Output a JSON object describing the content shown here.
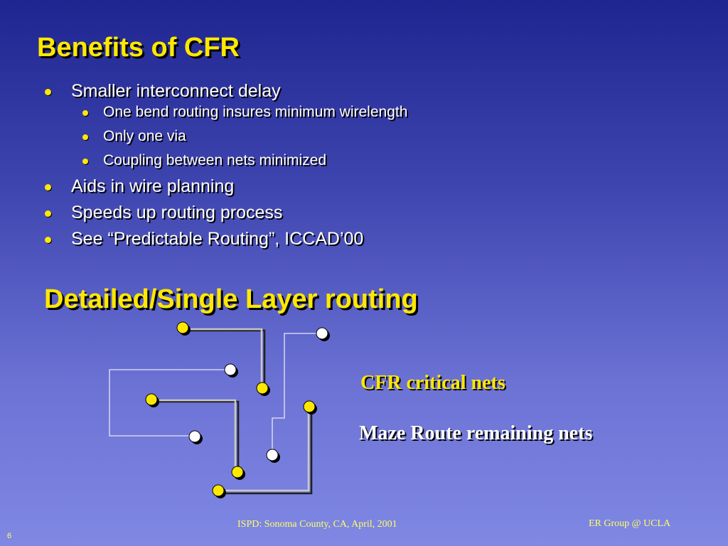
{
  "slide": {
    "title": "Benefits of CFR",
    "bullets": [
      {
        "text": "Smaller interconnect delay",
        "sub": [
          "One bend routing insures minimum wirelength",
          "Only one via",
          "Coupling between nets minimized"
        ]
      },
      {
        "text": "Aids in wire planning"
      },
      {
        "text": "Speeds up routing process"
      },
      {
        "text": "See “Predictable Routing”, ICCAD’00"
      }
    ],
    "subtitle": "Detailed/Single Layer routing",
    "diagram": {
      "labels": {
        "cfr": "CFR critical nets",
        "maze": "Maze Route remaining nets"
      }
    },
    "footer": {
      "center": "ISPD: Sonoma County, CA, April, 2001",
      "right": "ER Group @ UCLA"
    },
    "page_number": "6"
  },
  "colors": {
    "accent": "#ffe800",
    "text": "#ffffff",
    "footer": "#ffff66",
    "cfr_wire": "#c8c8c8",
    "maze_wire": "#e8e8f8"
  }
}
